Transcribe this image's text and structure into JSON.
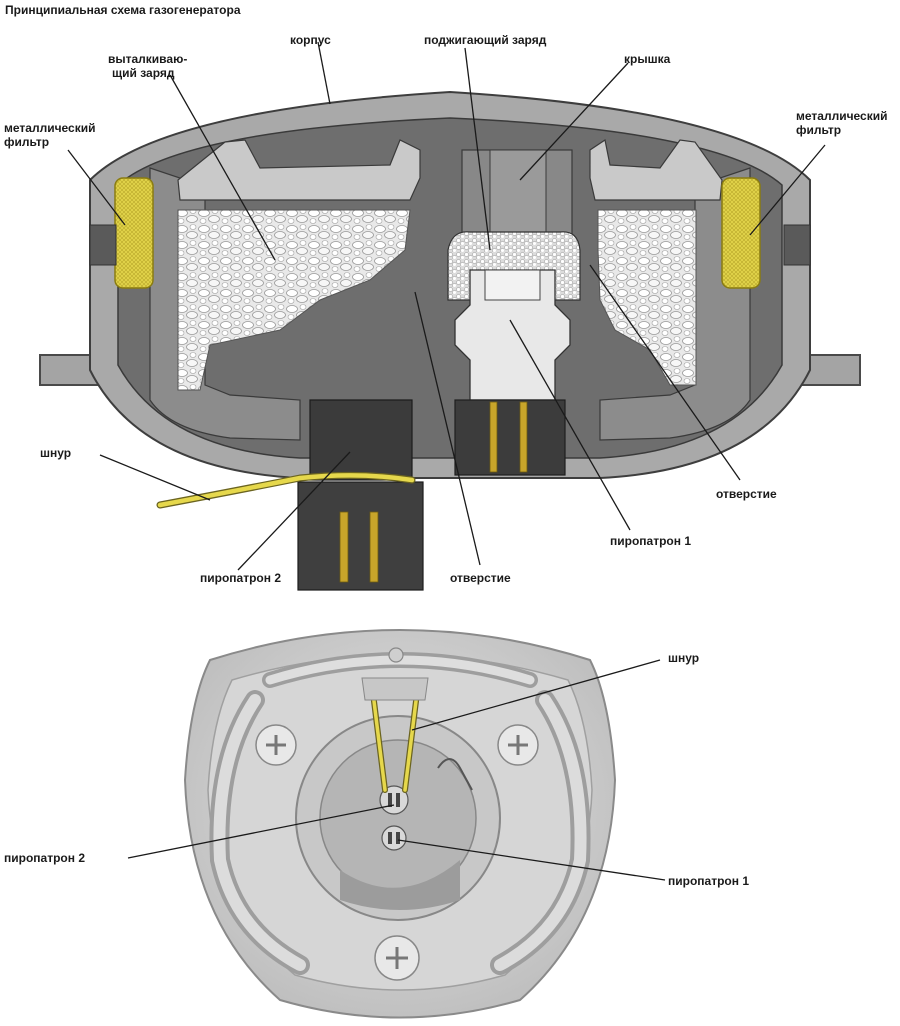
{
  "title": "Принципиальная схема газогенератора",
  "top_labels": {
    "body": "корпус",
    "ignition_charge": "поджигающий заряд",
    "pushing_charge_1": "выталкиваю-",
    "pushing_charge_2": "щий заряд",
    "lid": "крышка",
    "filter_left_1": "металлический",
    "filter_left_2": "фильтр",
    "filter_right_1": "металлический",
    "filter_right_2": "фильтр",
    "cord": "шнур",
    "hole_right": "отверстие",
    "squib_1": "пиропатрон 1",
    "squib_2": "пиропатрон 2",
    "hole_bottom": "отверстие"
  },
  "bottom_labels": {
    "cord": "шнур",
    "squib_2": "пиропатрон 2",
    "squib_1": "пиропатрон 1"
  },
  "colors": {
    "housing": "#a9a9a9",
    "interior": "#707070",
    "filter": "#e3d84a",
    "cord": "#e6d84c",
    "pins": "#c8a52a"
  }
}
